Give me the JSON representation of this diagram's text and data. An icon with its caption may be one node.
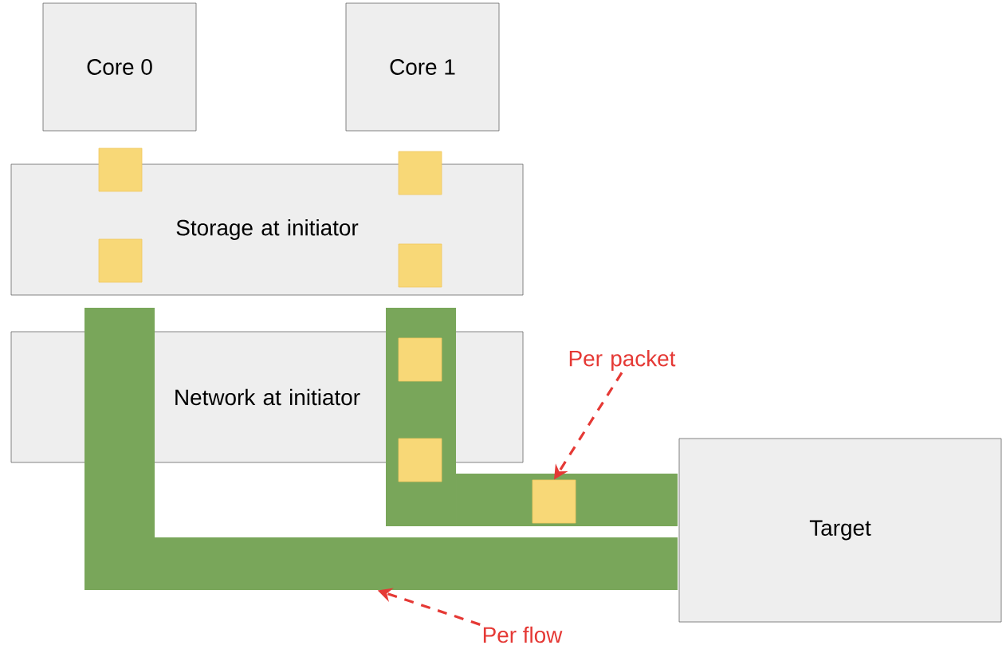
{
  "diagram": {
    "nodes": [
      {
        "text": [
          "Core 0"
        ]
      },
      {
        "text": [
          "Core 1"
        ]
      },
      {
        "text": [
          "Storage at initiator"
        ]
      },
      {
        "text": [
          "Network at initiator"
        ]
      },
      {
        "text": [
          "Target"
        ]
      },
      {
        "text": [
          "Per packet"
        ]
      },
      {
        "text": [
          "Per flow"
        ]
      },
      {
        "text": [],
        "shape": "box"
      },
      {
        "text": [],
        "shape": "bar"
      }
    ],
    "edges": [
      {
        "from": 5,
        "to": 7,
        "arrow": "to",
        "style": "dashed",
        "color": "#e53935"
      },
      {
        "from": 6,
        "to": 8,
        "arrow": "to",
        "style": "dashed",
        "color": "#e53935"
      }
    ]
  }
}
